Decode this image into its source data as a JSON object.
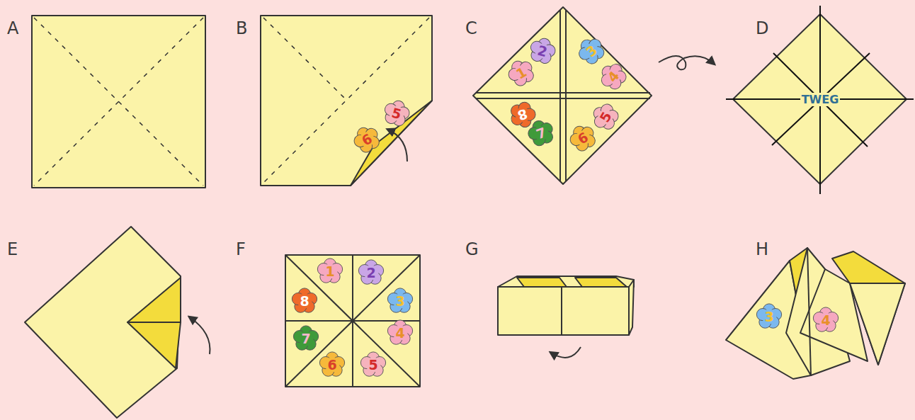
{
  "diagram": {
    "nodes": [
      {
        "text": [
          "5"
        ]
      },
      {
        "text": [
          "6"
        ]
      },
      {
        "text": [
          "2"
        ]
      },
      {
        "text": [
          "3"
        ]
      },
      {
        "text": [
          "1"
        ]
      },
      {
        "text": [
          "4"
        ]
      },
      {
        "text": [
          "8"
        ]
      },
      {
        "text": [
          "5"
        ]
      },
      {
        "text": [
          "7"
        ]
      },
      {
        "text": [
          "6"
        ]
      },
      {
        "text": [
          "1"
        ]
      },
      {
        "text": [
          "2"
        ]
      },
      {
        "text": [
          "8"
        ]
      },
      {
        "text": [
          "3"
        ]
      },
      {
        "text": [
          "7"
        ]
      },
      {
        "text": [
          "4"
        ]
      },
      {
        "text": [
          "6"
        ]
      },
      {
        "text": [
          "5"
        ]
      },
      {
        "text": [
          "3"
        ]
      },
      {
        "text": [
          "4"
        ]
      }
    ],
    "labels": [
      "A",
      "B",
      "C",
      "D",
      "E",
      "F",
      "G",
      "H",
      "TWEG"
    ]
  }
}
